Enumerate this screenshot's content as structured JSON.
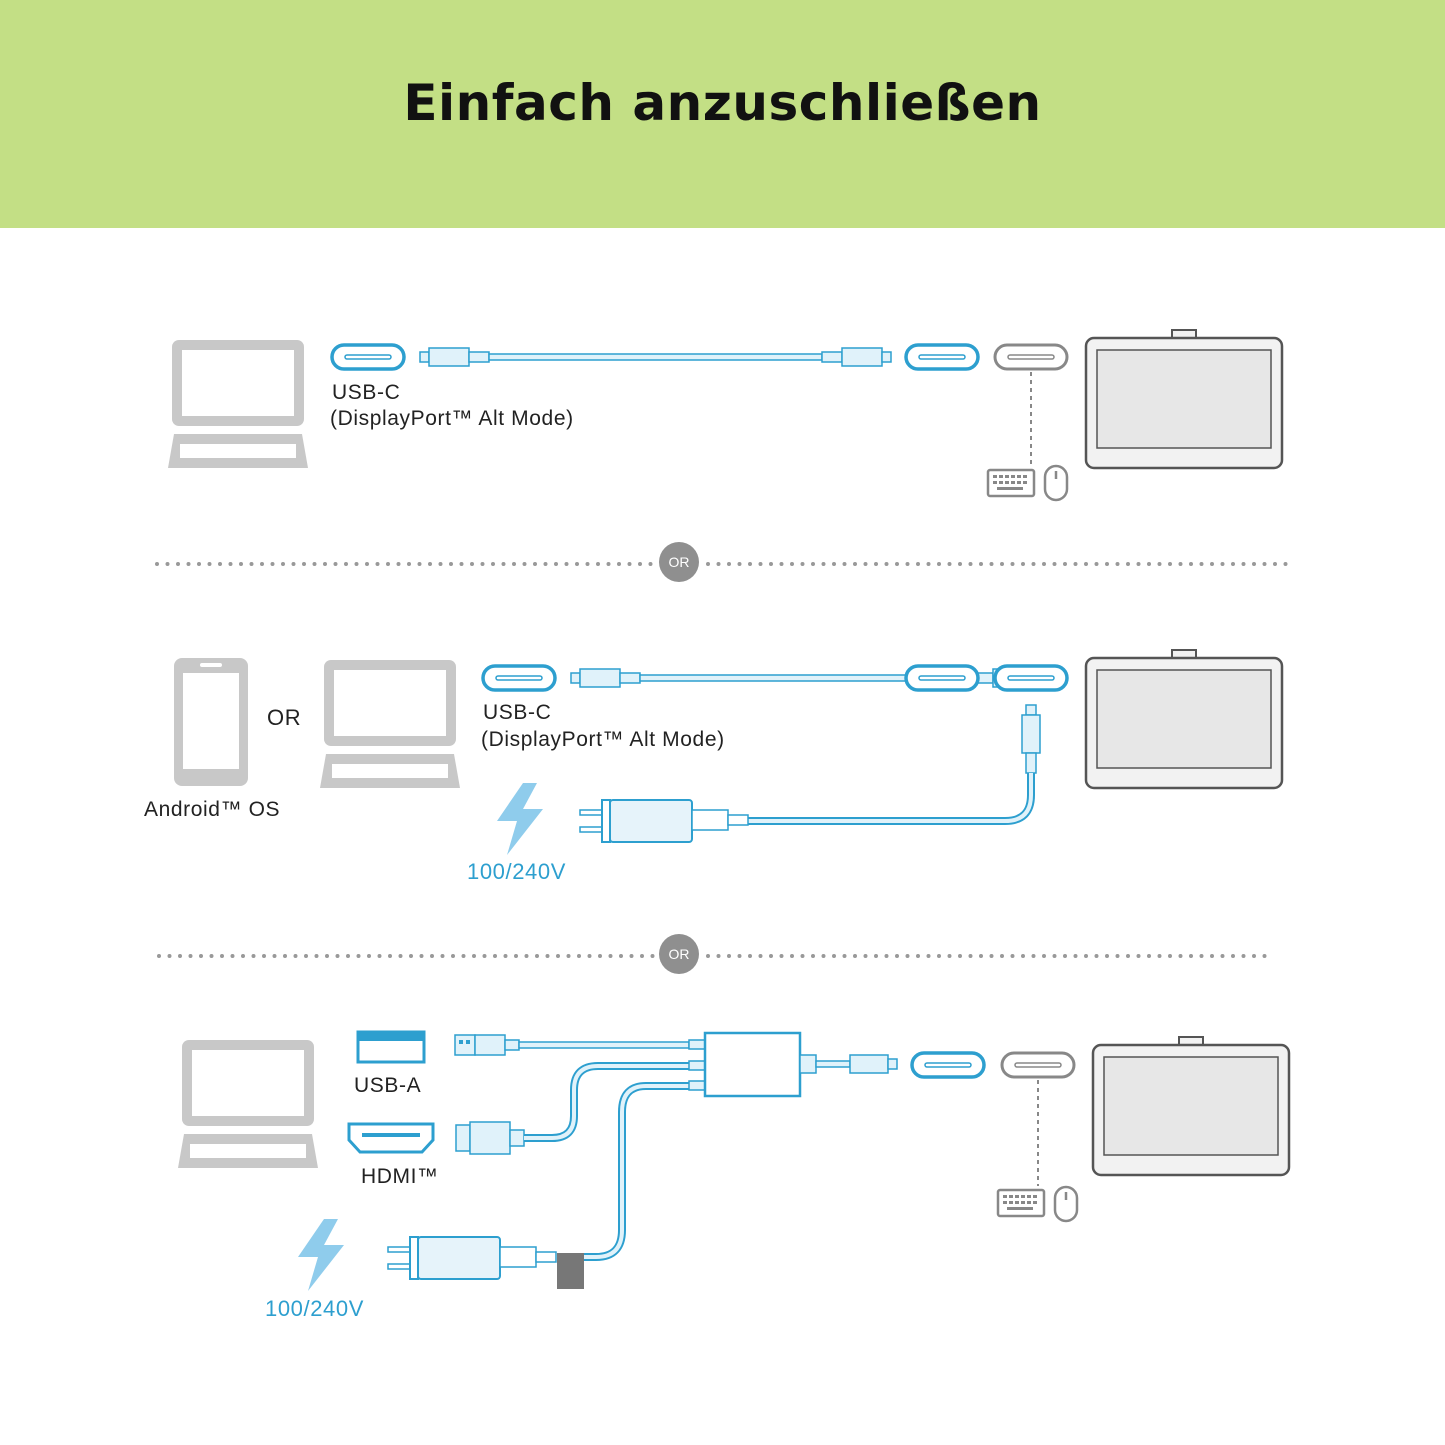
{
  "title": "Einfach anzuschließen",
  "separator_label": "OR",
  "colors": {
    "header_bg": "#c3df85",
    "cable_blue": "#2d9fcf",
    "device_gray": "#c8c8c8",
    "separator_gray": "#999999"
  },
  "section1": {
    "port_label": "USB-C",
    "port_sublabel": "(DisplayPort™ Alt Mode)",
    "icons": [
      "laptop-icon",
      "usb-c-port-icon",
      "usb-c-cable-icon",
      "keyboard-icon",
      "mouse-icon",
      "pen-display-icon"
    ]
  },
  "section2": {
    "or_label": "OR",
    "android_label": "Android™ OS",
    "port_label": "USB-C",
    "port_sublabel": "(DisplayPort™ Alt Mode)",
    "voltage_label": "100/240V",
    "icons": [
      "smartphone-icon",
      "laptop-icon",
      "usb-c-cable-icon",
      "power-adapter-icon",
      "lightning-icon",
      "pen-display-icon"
    ]
  },
  "section3": {
    "usb_a_label": "USB-A",
    "hdmi_label": "HDMI™",
    "voltage_label": "100/240V",
    "icons": [
      "laptop-icon",
      "usb-a-port-icon",
      "hdmi-port-icon",
      "converter-box-icon",
      "power-adapter-icon",
      "lightning-icon",
      "keyboard-icon",
      "mouse-icon",
      "pen-display-icon"
    ]
  }
}
